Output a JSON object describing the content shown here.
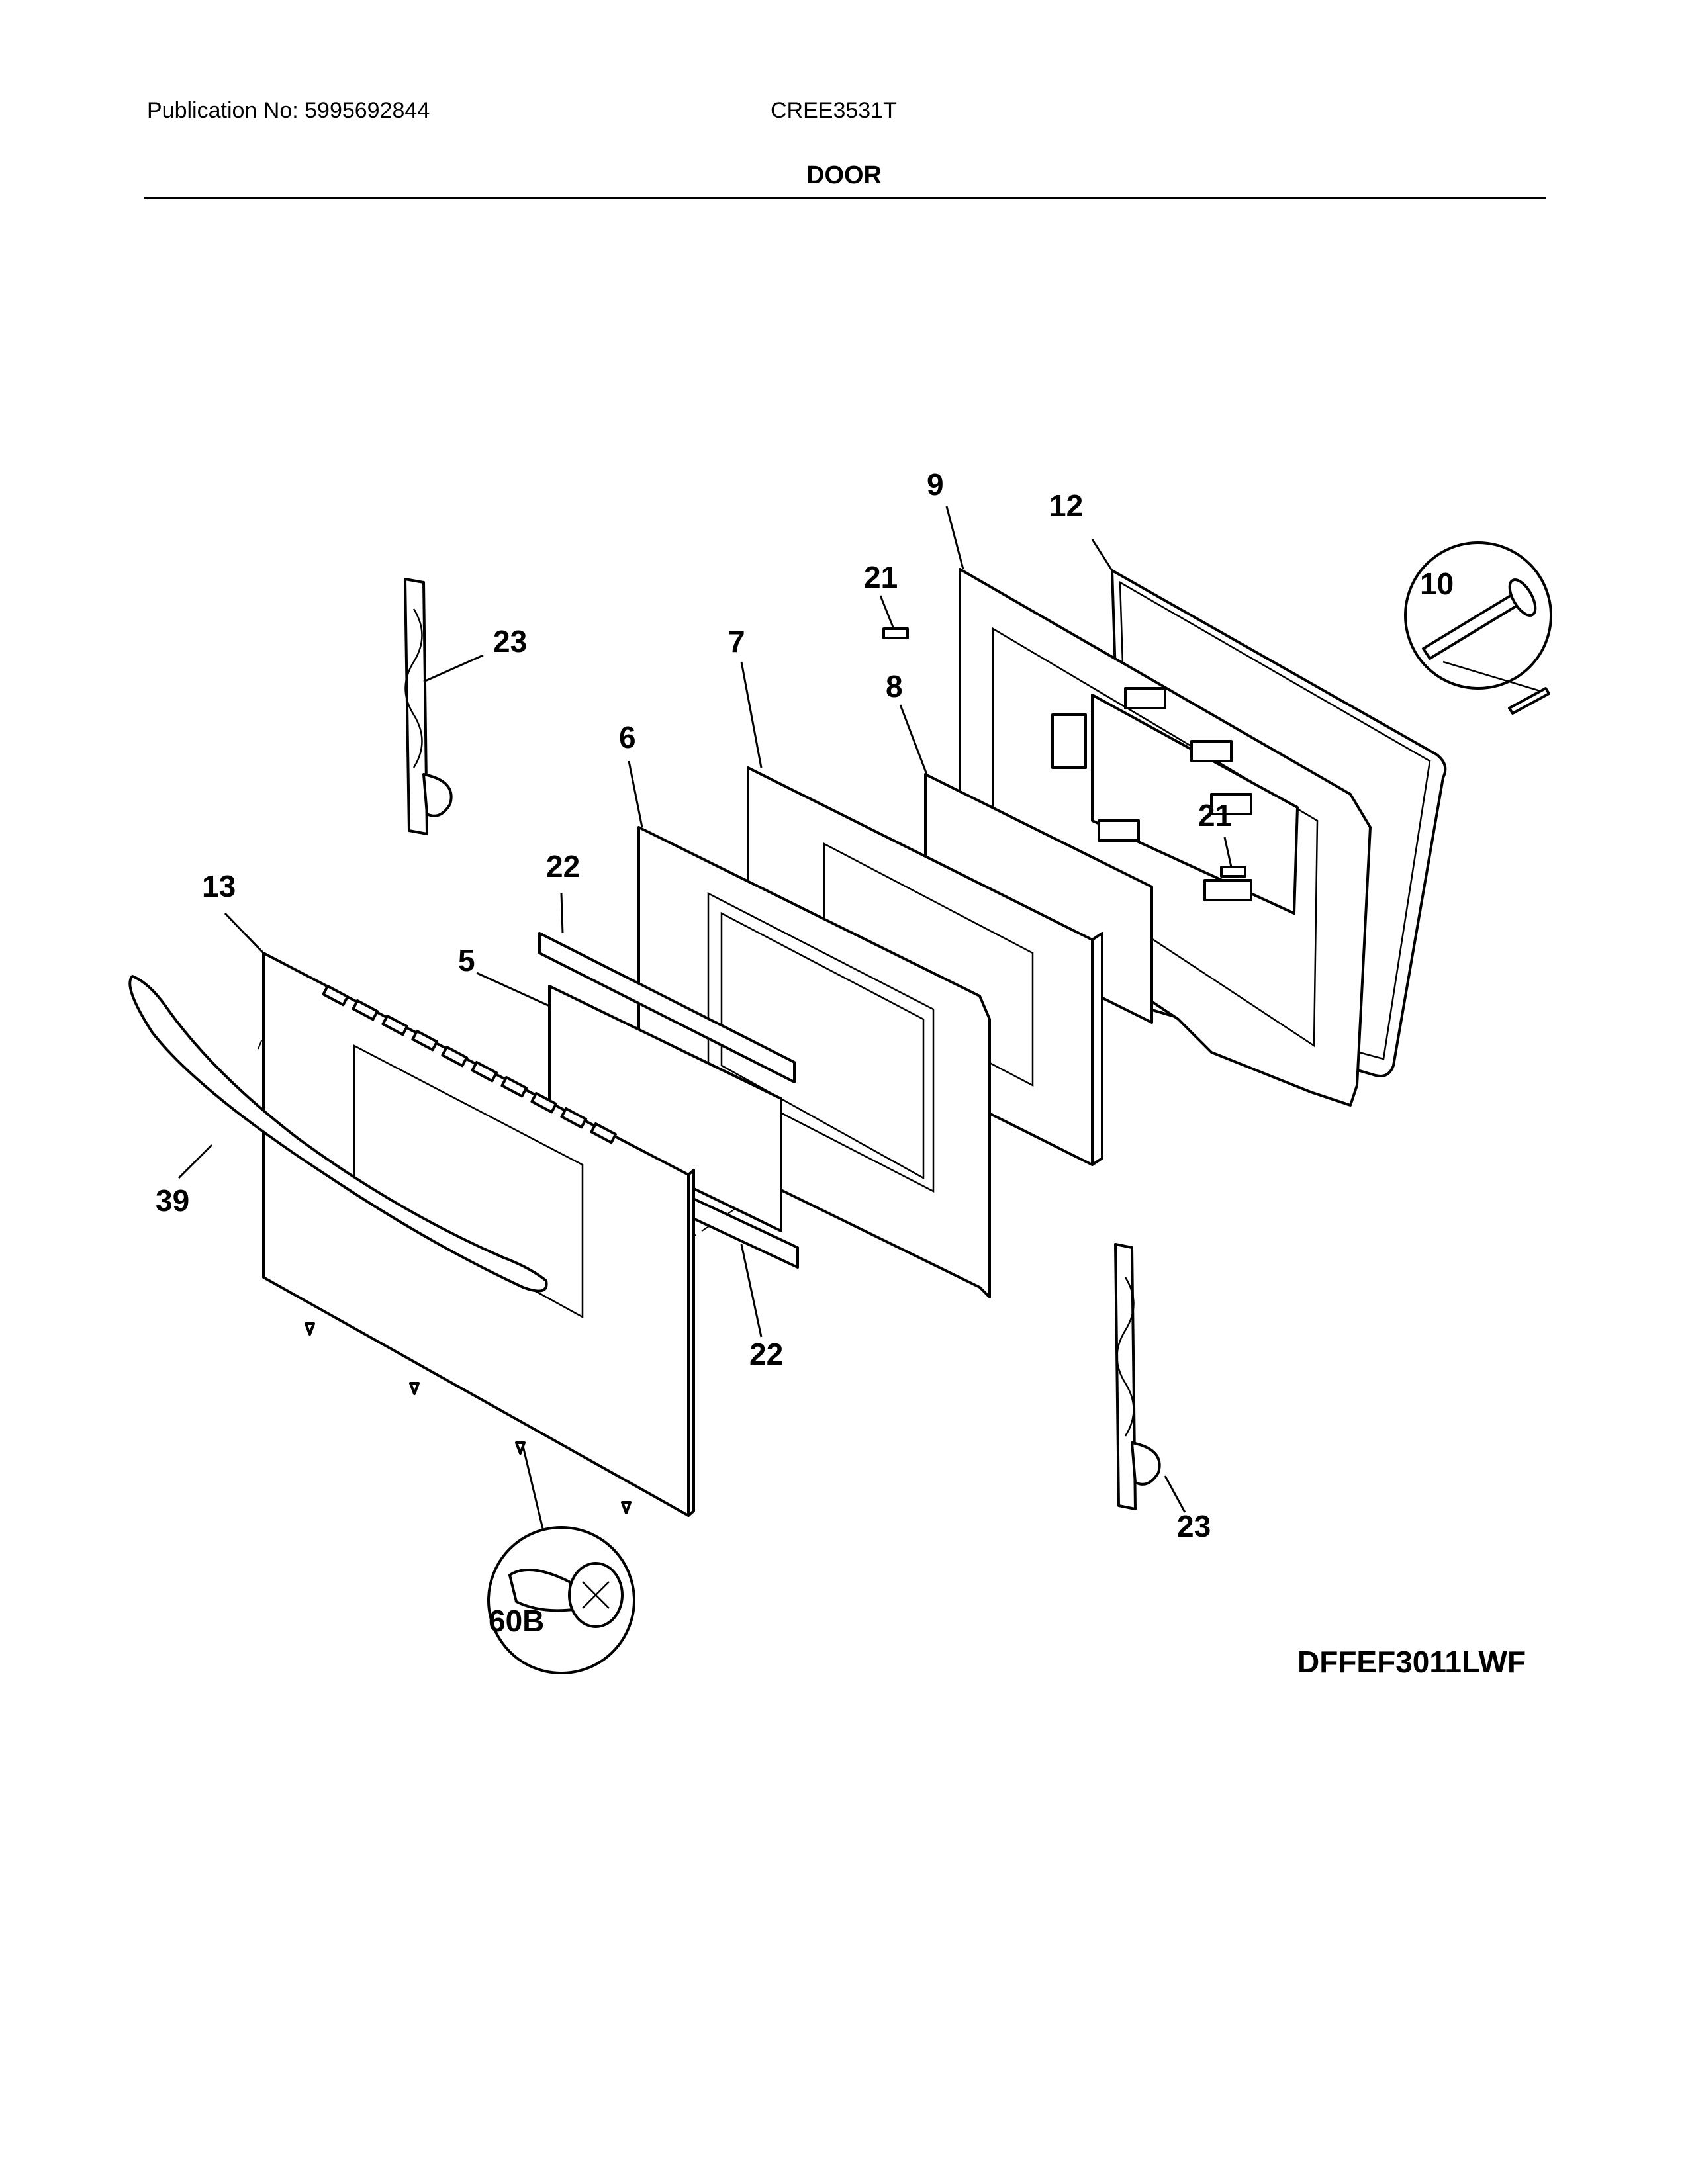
{
  "header": {
    "publication": "Publication No: 5995692844",
    "model": "CREE3531T",
    "section_title": "DOOR"
  },
  "diagram_code": "DFFEF3011LWF",
  "callouts": {
    "c9": "9",
    "c12": "12",
    "c21a": "21",
    "c10": "10",
    "c23a": "23",
    "c7": "7",
    "c8": "8",
    "c6": "6",
    "c21b": "21",
    "c22a": "22",
    "c13": "13",
    "c5": "5",
    "c39": "39",
    "c22b": "22",
    "c23b": "23",
    "c60b": "60B"
  }
}
